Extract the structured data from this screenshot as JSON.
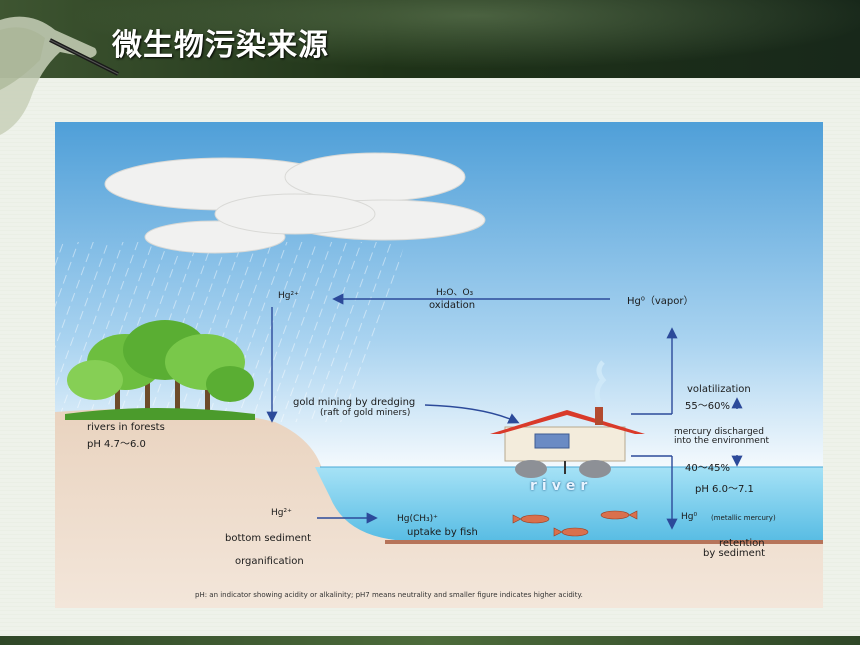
{
  "slide": {
    "title": "微生物污染来源"
  },
  "diagram": {
    "hg2_top": "Hg²⁺",
    "oxidation_formula": "H₂O、O₃",
    "oxidation": "oxidation",
    "hg0_vapor": "Hg⁰（vapor）",
    "volatilization": "volatilization",
    "pct_volatilization": "55～60%",
    "gold_mining": "gold mining by dredging",
    "raft": "(raft of gold miners)",
    "mercury_discharged_1": "mercury discharged",
    "mercury_discharged_2": "into the environment",
    "pct_sediment": "40～45%",
    "rivers_in_forests": "rivers in forests",
    "ph_forest": "pH 4.7～6.0",
    "river": "river",
    "ph_river": "pH 6.0～7.1",
    "hg2_bottom": "Hg²⁺",
    "bottom_sediment": "bottom sediment",
    "organification": "organification",
    "hg_ch3": "Hg(CH₃)⁺",
    "uptake_by_fish": "uptake by fish",
    "hg0_metallic": "Hg⁰",
    "metallic_mercury": "(metallic mercury)",
    "retention_1": "retention",
    "retention_2": "by sediment",
    "ph_note": "pH: an indicator showing acidity or alkalinity; pH7 means neutrality and smaller figure indicates higher acidity."
  },
  "colors": {
    "header_dark": "#1f3318",
    "sky_top": "#5aa6dc",
    "sky_bottom": "#ffffff",
    "water": "#7fd0ee",
    "soil": "#e5cdb8",
    "tree": "#5fb33a",
    "roof": "#d93a2a",
    "arrow": "#2c4a9a"
  }
}
